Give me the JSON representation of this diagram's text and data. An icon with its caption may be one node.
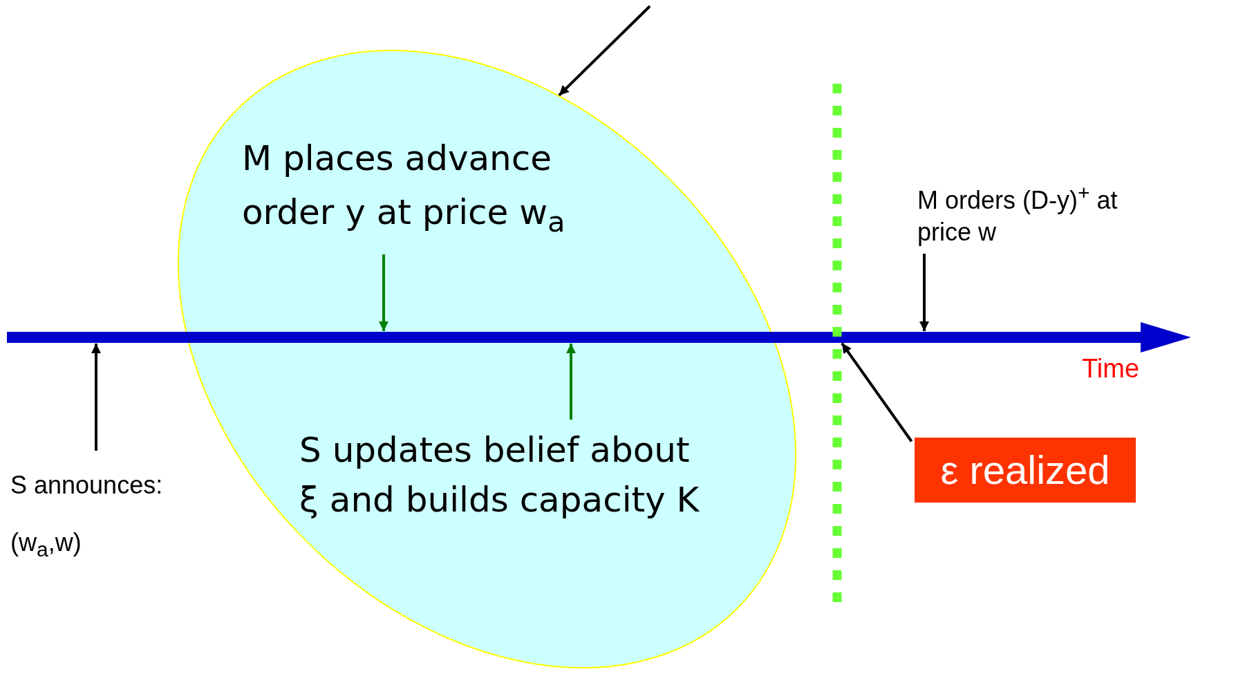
{
  "diagram": {
    "nodes": [
      {
        "text": [],
        "shape": "ellipse"
      },
      {
        "text": [],
        "shape": "arrow",
        "beside": [
          "Time"
        ]
      },
      {
        "text": [
          "M places advance order y at price w$_{a}$"
        ],
        "in": 0
      },
      {
        "text": [
          "S updates belief about ξ and builds capacity K"
        ],
        "in": 0
      },
      {
        "text": [
          "S announces: (w$_{a}$,w)"
        ]
      },
      {
        "text": [
          "M orders (D-y)$^{+}$ at price w"
        ]
      },
      {
        "text": [
          "ε realized"
        ]
      }
    ],
    "edges": [
      {
        "from": null,
        "to": 0,
        "arrow": "to"
      },
      {
        "from": 2,
        "to": 1,
        "arrow": "to",
        "color": "#008000"
      },
      {
        "from": 3,
        "to": 1,
        "arrow": "to",
        "color": "#008000"
      },
      {
        "from": 4,
        "to": 1,
        "arrow": "to"
      },
      {
        "from": 5,
        "to": 1,
        "arrow": "to"
      },
      {
        "from": 6,
        "to": 1,
        "arrow": "to"
      }
    ]
  }
}
